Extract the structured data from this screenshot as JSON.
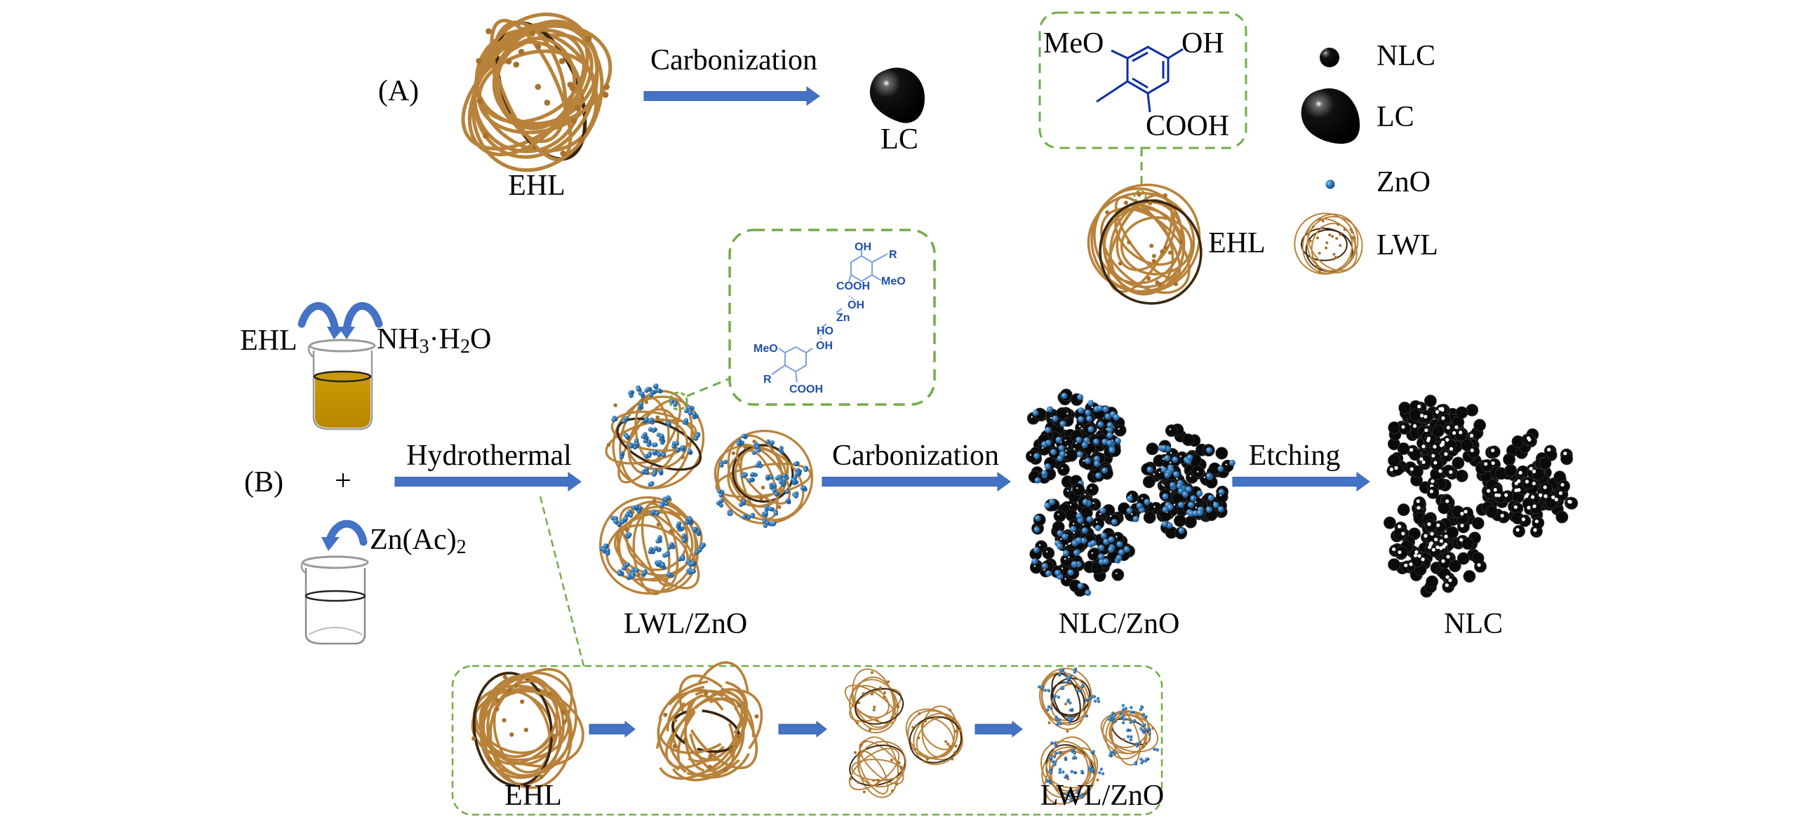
{
  "colors": {
    "arrow": "#4472c4",
    "dash": "#70ad47",
    "lignin": "#b8823a",
    "lignin_dark": "#3a2610",
    "zno": "#2e75b6",
    "carbon": "#0a0a0a",
    "liquid": "#c49100",
    "bond": "#0b2ea0",
    "chem_text": "#1f4fa8"
  },
  "panel_a": {
    "tag": "(A)",
    "start_label": "EHL",
    "step_label": "Carbonization",
    "product_label": "LC"
  },
  "structure_top": {
    "substituents": [
      "MeO",
      "OH",
      "COOH"
    ],
    "attached_to": "EHL"
  },
  "legend": {
    "items": [
      {
        "symbol": "small-black-sphere",
        "label": "NLC"
      },
      {
        "symbol": "large-black-blob",
        "label": "LC"
      },
      {
        "symbol": "blue-dot",
        "label": "ZnO"
      },
      {
        "symbol": "brown-tangle",
        "label": "LWL"
      }
    ]
  },
  "panel_b": {
    "tag": "(B)",
    "plus": "+",
    "reagent_1": "EHL",
    "reagent_2_main": "NH",
    "reagent_2_sub1": "3",
    "reagent_2_mid": "·H",
    "reagent_2_sub2": "2",
    "reagent_2_end": "O",
    "reagent_3_main": "Zn(Ac)",
    "reagent_3_sub": "2",
    "steps": [
      "Hydrothermal",
      "Carbonization",
      "Etching"
    ],
    "products": [
      "LWL/ZnO",
      "NLC/ZnO",
      "NLC"
    ]
  },
  "inset_complex": {
    "labels": [
      "OH",
      "R",
      "COOH",
      "MeO",
      "OH",
      "Zn",
      "HO",
      "OH",
      "MeO",
      "R",
      "COOH"
    ]
  },
  "mechanism_box": {
    "start_label": "EHL",
    "end_label": "LWL/ZnO"
  }
}
